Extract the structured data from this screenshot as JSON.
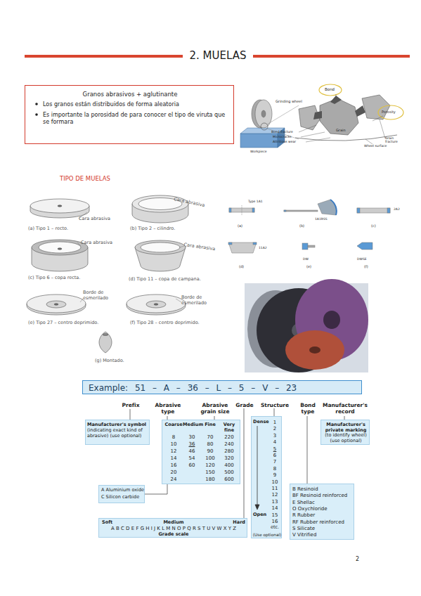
{
  "diagram": {
    "title": "2. MUELAS",
    "nodes": [
      {
        "text": [
          "Granos abrasivos + aglutinante",
          "Los granos están distribuidos de forma aleatoria",
          "Es importante la porosidad de para conocer el tipo de viruta que se formara"
        ]
      },
      {
        "text": [
          "Example: 51 – A – 36 – L – 5 – V – 23"
        ]
      },
      {
        "text": [
          "Prefix",
          "Manufacturer's symbol",
          "(indicating exact kind of abrasive) (use optional)"
        ]
      },
      {
        "text": [
          "Abrasive type",
          "A Aluminium oxide",
          "C Silicon carbide"
        ]
      },
      {
        "text": [
          "Abrasive grain size",
          "Coarse",
          "Medium",
          "Fine",
          "Very fine",
          "8",
          "30",
          "70",
          "220",
          "10",
          "36",
          "80",
          "240",
          "12",
          "46",
          "90",
          "280",
          "14",
          "54",
          "100",
          "320",
          "16",
          "60",
          "120",
          "400",
          "20",
          "150",
          "500",
          "24",
          "180",
          "600"
        ]
      },
      {
        "text": [
          "Structure",
          "Dense",
          "1",
          "2",
          "3",
          "4",
          "5",
          "6",
          "7",
          "8",
          "9",
          "10",
          "11",
          "12",
          "13",
          "14",
          "15",
          "16",
          "etc.",
          "Open",
          "(Use optional)"
        ]
      },
      {
        "text": [
          "Bond type",
          "B Resinoid",
          "BF Resinoid reinforced",
          "E Shellac",
          "O Oxychloride",
          "R Rubber",
          "RF Rubber reinforced",
          "S Silicate",
          "V Vitrified"
        ]
      },
      {
        "text": [
          "Manufacturer's record",
          "Manufacturer's private marking",
          "(to identify wheel) (use optional)"
        ]
      },
      {
        "text": [
          "Grade",
          "Soft",
          "Medium",
          "Hard",
          "A B C D E F G H I J K L M N O P Q R S T U V W X Y Z",
          "Grade scale"
        ]
      }
    ],
    "labels": [
      "Grinding wheel",
      "Bond",
      "Porosity",
      "Grain",
      "Bond fracture",
      "Microcracks",
      "Attritious wear",
      "Grain fracture",
      "Wheel surface",
      "Workpiece",
      "TIPO DE MUELAS",
      "Cara abrasiva",
      "(a) Tipo 1 – recto.",
      "Cara abrasiva",
      "(b) Tipo 2 – cilindro.",
      "Cara abrasiva",
      "(c) Tipo 6 – copa recta.",
      "Cara abrasiva",
      "(d) Tipo 11 – copa de campana.",
      "Borde de esmerilado",
      "(e) Tipo 27 – centro deprimido.",
      "Borde de esmerilado",
      "(f) Tipo 28 – centro deprimido.",
      "(g) Montado.",
      "Type 1A1",
      "(a)",
      "1A1RSS",
      "(b)",
      "2A2",
      "(c)",
      "11A2",
      "(d)",
      "DW",
      "(e)",
      "DWSE",
      "(f)",
      "2"
    ]
  }
}
